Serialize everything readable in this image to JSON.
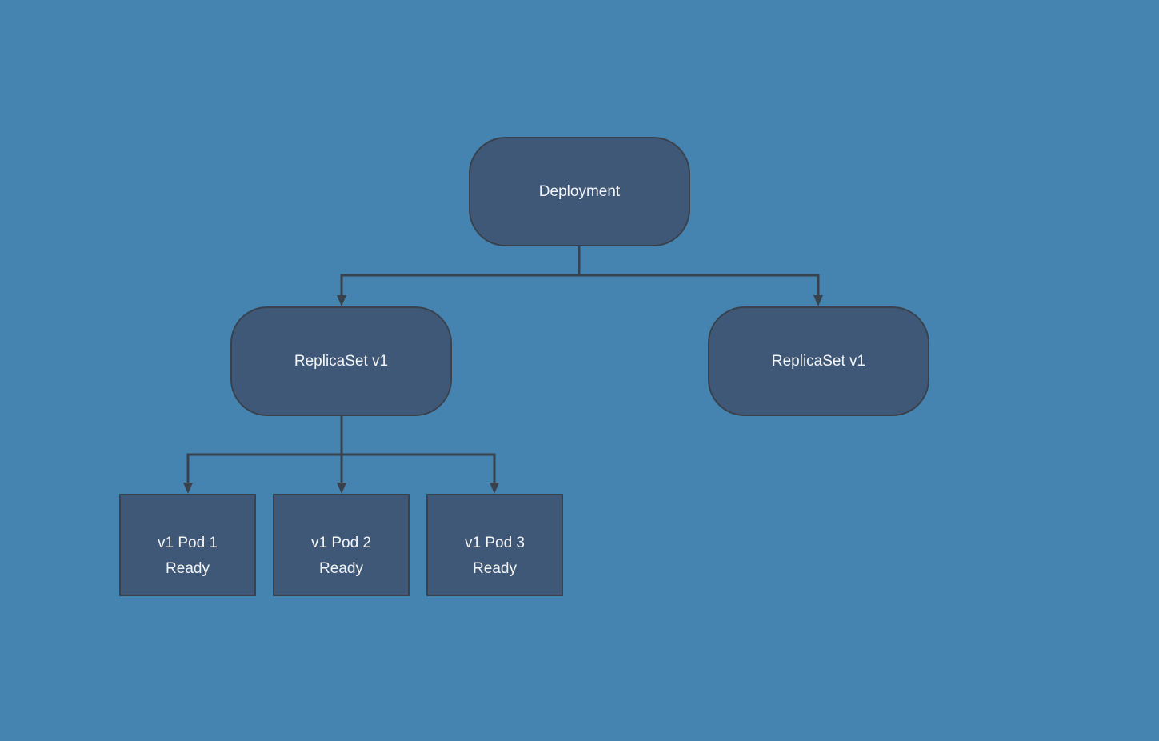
{
  "diagram": {
    "type": "flowchart-tree",
    "nodes": {
      "deployment": {
        "label": "Deployment",
        "shape": "stadium"
      },
      "replicaset_left": {
        "label": "ReplicaSet v1",
        "shape": "stadium"
      },
      "replicaset_right": {
        "label": "ReplicaSet v1",
        "shape": "stadium"
      },
      "pod_1": {
        "name": "v1 Pod 1",
        "status": "Ready",
        "shape": "rectangle"
      },
      "pod_2": {
        "name": "v1 Pod 2",
        "status": "Ready",
        "shape": "rectangle"
      },
      "pod_3": {
        "name": "v1 Pod 3",
        "status": "Ready",
        "shape": "rectangle"
      }
    },
    "edges": [
      {
        "from": "deployment",
        "to": "replicaset_left",
        "arrow": "end"
      },
      {
        "from": "deployment",
        "to": "replicaset_right",
        "arrow": "end"
      },
      {
        "from": "replicaset_left",
        "to": "pod_1",
        "arrow": "end"
      },
      {
        "from": "replicaset_left",
        "to": "pod_2",
        "arrow": "end"
      },
      {
        "from": "replicaset_left",
        "to": "pod_3",
        "arrow": "end"
      }
    ],
    "colors": {
      "background": "#4584b1",
      "node_fill": "#405878",
      "node_border": "#39424c",
      "connector": "#39424c",
      "text": "#f2f4f5"
    }
  }
}
